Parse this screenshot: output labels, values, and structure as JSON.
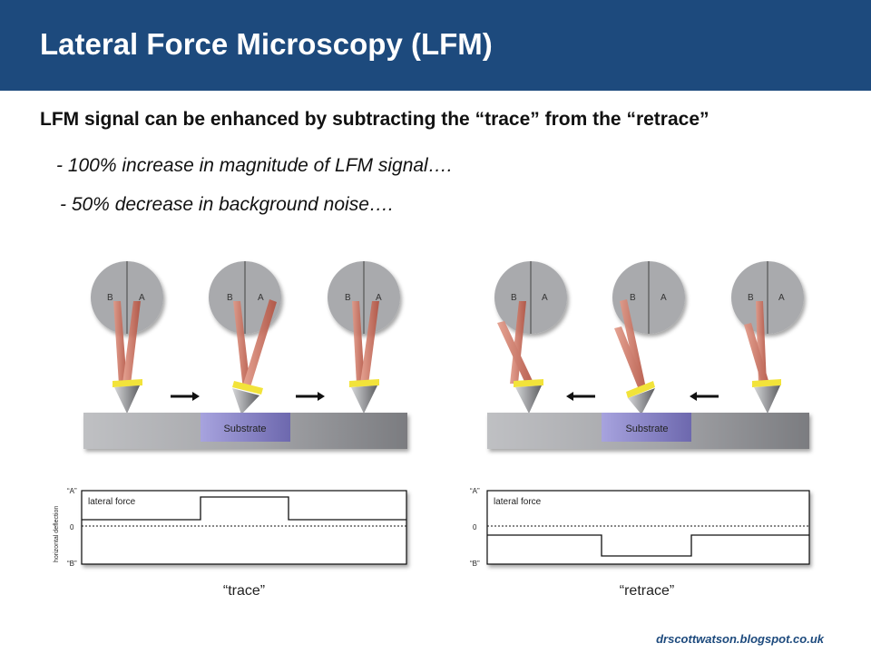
{
  "title": "Lateral Force Microscopy (LFM)",
  "subtitle": "LFM signal can be enhanced by subtracting the “trace” from the “retrace”",
  "bullets": [
    "- 100% increase in magnitude of LFM signal….",
    "- 50% decrease in background noise…."
  ],
  "diagram": {
    "detector_labels": {
      "b": "B",
      "a": "A"
    },
    "substrate_label": "Substrate",
    "graph_labels": {
      "lateral_force": "lateral force",
      "y_top": "“A”",
      "y_zero": "0",
      "y_bottom": "“B”",
      "y_axis": "horizontal deflection"
    },
    "trace_caption": "“trace”",
    "retrace_caption": "“retrace”"
  },
  "footer": "drscottwatson.blogspot.co.uk",
  "colors": {
    "header": "#1d4a7d",
    "detector": "#a9aaad",
    "laser": "#c8685a",
    "cantilever": "#f2e33a",
    "substrate_patch": "#8a86c8",
    "substrate_bar": "#8f9094"
  }
}
